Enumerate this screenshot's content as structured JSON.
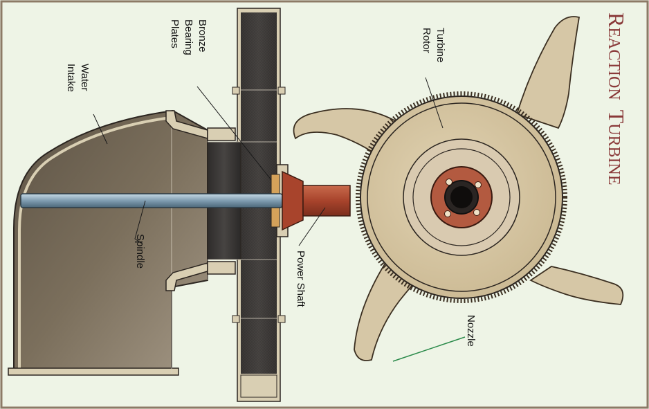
{
  "title": {
    "big1": "R",
    "small1": "EACTION",
    "big2": "T",
    "small2": "URBINE",
    "color": "#8a3a3a"
  },
  "labels": {
    "water_intake": [
      "Water",
      "Intake"
    ],
    "bronze_bearing": [
      "Bronze",
      "Bearing",
      "Plates"
    ],
    "spindle": "Spindle",
    "power_shaft": "Power Shaft",
    "turbine_rotor": [
      "Turbine",
      "Rotor"
    ],
    "nozzle": "Nozzle"
  },
  "colors": {
    "background": "#eef4e6",
    "border": "#8c7a66",
    "casing": "#6f6352",
    "rotor": "#d6c7a6",
    "shaft": "#b04830",
    "spindle": "#8aa6b8",
    "leader": "#2a8a4a"
  }
}
